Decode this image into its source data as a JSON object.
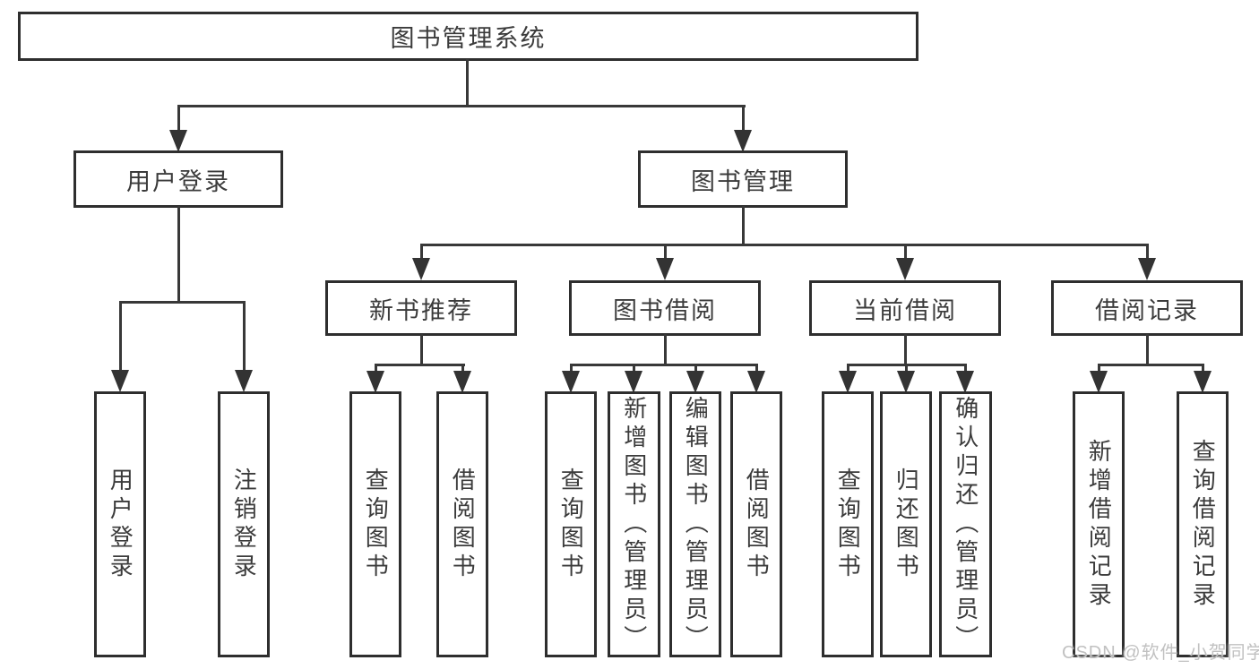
{
  "tree": {
    "root": {
      "label": "图书管理系统"
    },
    "level2": [
      {
        "label": "用户登录",
        "children": [
          {
            "label": "用户登录"
          },
          {
            "label": "注销登录"
          }
        ]
      },
      {
        "label": "图书管理",
        "children": [
          {
            "label": "新书推荐",
            "children": [
              {
                "label": "查询图书"
              },
              {
                "label": "借阅图书"
              }
            ]
          },
          {
            "label": "图书借阅",
            "children": [
              {
                "label": "查询图书"
              },
              {
                "label": "新增图书（管理员）"
              },
              {
                "label": "编辑图书（管理员）"
              },
              {
                "label": "借阅图书"
              }
            ]
          },
          {
            "label": "当前借阅",
            "children": [
              {
                "label": "查询图书"
              },
              {
                "label": "归还图书"
              },
              {
                "label": "确认归还（管理员）"
              }
            ]
          },
          {
            "label": "借阅记录",
            "children": [
              {
                "label": "新增借阅记录"
              },
              {
                "label": "查询借阅记录"
              }
            ]
          }
        ]
      }
    ]
  },
  "watermark": {
    "text": "CSDN @软件_小贺同学"
  },
  "colors": {
    "line": "#383838",
    "border": "#2e2e2e",
    "text": "#3b3b3b",
    "watermark": "#c1c1c1",
    "background": "#ffffff"
  }
}
